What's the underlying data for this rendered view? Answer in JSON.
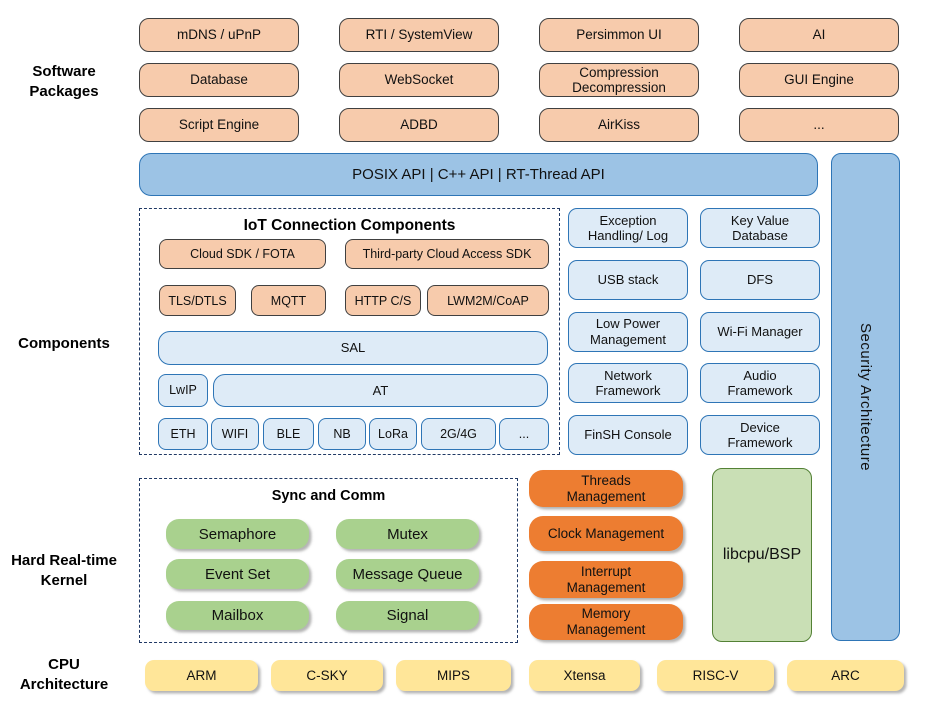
{
  "colors": {
    "peach": "#F7CBAC",
    "peach_border": "#404040",
    "blue": "#9CC3E5",
    "blue_border": "#2E75B6",
    "light_blue": "#DEEBF7",
    "dashed_border": "#1F3864",
    "green": "#A9D18E",
    "orange": "#ED7D31",
    "light_green": "#C9DFB5",
    "light_green_border": "#538135",
    "yellow": "#FFE699"
  },
  "side_labels": {
    "software": "Software\nPackages",
    "components": "Components",
    "kernel": "Hard Real-time\nKernel",
    "cpu": "CPU\nArchitecture"
  },
  "software_packages": [
    "mDNS / uPnP",
    "RTI / SystemView",
    "Persimmon UI",
    "AI",
    "Database",
    "WebSocket",
    "Compression\nDecompression",
    "GUI Engine",
    "Script Engine",
    "ADBD",
    "AirKiss",
    "..."
  ],
  "api_bar": "POSIX API  |  C++ API  |  RT-Thread API",
  "security_bar": "Security Architecture",
  "iot": {
    "title": "IoT Connection Components",
    "cloud_sdk": "Cloud SDK / FOTA",
    "third_party": "Third-party Cloud Access SDK",
    "protocols": [
      "TLS/DTLS",
      "MQTT",
      "HTTP C/S",
      "LWM2M/CoAP"
    ],
    "sal": "SAL",
    "lwip": "LwIP",
    "at": "AT",
    "links": [
      "ETH",
      "WIFI",
      "BLE",
      "NB",
      "LoRa",
      "2G/4G",
      "..."
    ]
  },
  "services": [
    "Exception\nHandling/ Log",
    "Key Value\nDatabase",
    "USB stack",
    "DFS",
    "Low Power\nManagement",
    "Wi-Fi Manager",
    "Network\nFramework",
    "Audio\nFramework",
    "FinSH Console",
    "Device\nFramework"
  ],
  "sync": {
    "title": "Sync and Comm",
    "items": [
      "Semaphore",
      "Mutex",
      "Event Set",
      "Message Queue",
      "Mailbox",
      "Signal"
    ]
  },
  "management": [
    "Threads\nManagement",
    "Clock Management",
    "Interrupt\nManagement",
    "Memory\nManagement"
  ],
  "libcpu": "libcpu/BSP",
  "cpu_archs": [
    "ARM",
    "C-SKY",
    "MIPS",
    "Xtensa",
    "RISC-V",
    "ARC"
  ]
}
